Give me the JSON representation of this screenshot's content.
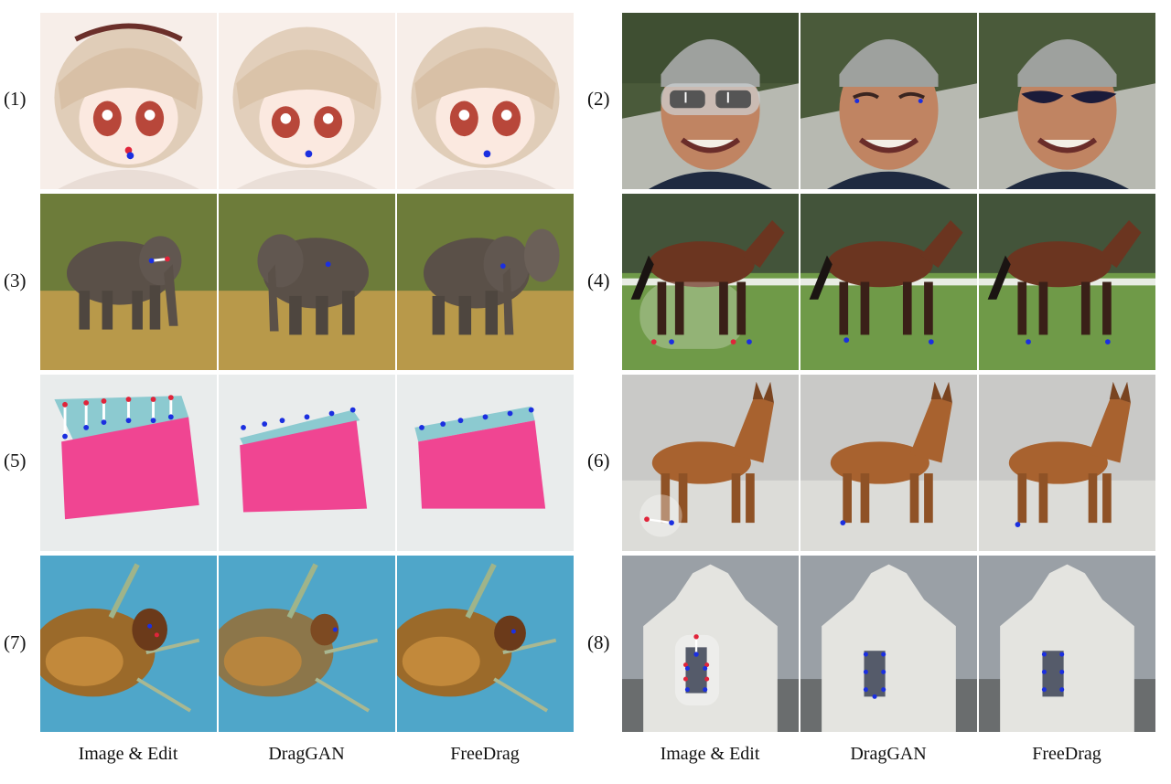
{
  "columns_left": [
    "Image & Edit",
    "DragGAN",
    "FreeDrag"
  ],
  "columns_right": [
    "Image & Edit",
    "DragGAN",
    "FreeDrag"
  ],
  "row_labels": [
    "(1)",
    "(2)",
    "(3)",
    "(4)",
    "(5)",
    "(6)",
    "(7)",
    "(8)"
  ],
  "panels": [
    {
      "row": 1,
      "subject": "anime girl"
    },
    {
      "row": 2,
      "subject": "man face"
    },
    {
      "row": 3,
      "subject": "elephant"
    },
    {
      "row": 4,
      "subject": "horse"
    },
    {
      "row": 5,
      "subject": "pink paper"
    },
    {
      "row": 6,
      "subject": "dog"
    },
    {
      "row": 7,
      "subject": "insect"
    },
    {
      "row": 8,
      "subject": "church"
    }
  ],
  "colors": {
    "handle_point": "#e0243a",
    "target_point": "#1b2fe0"
  }
}
